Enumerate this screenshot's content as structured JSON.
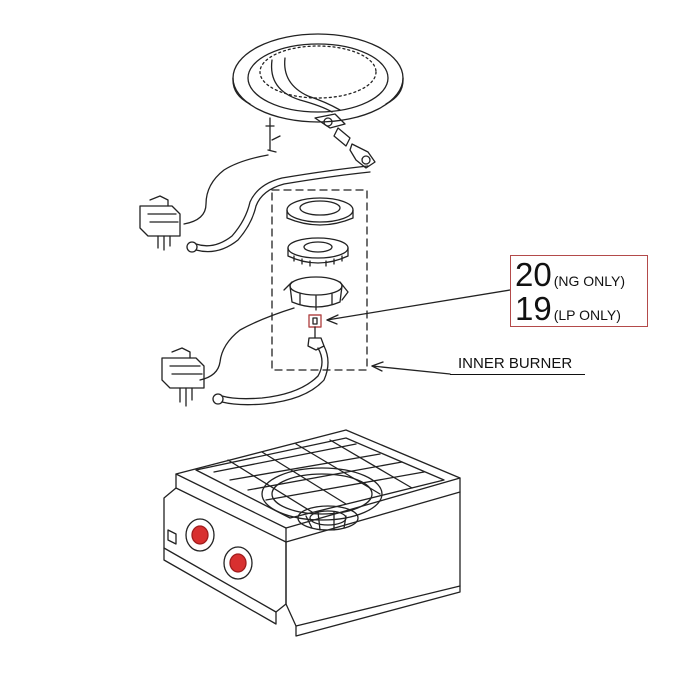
{
  "callout": {
    "ng": {
      "number": "20",
      "note": "(NG ONLY)"
    },
    "lp": {
      "number": "19",
      "note": "(LP ONLY)"
    },
    "accent_color": "#b34a4a"
  },
  "label": {
    "inner_burner": "INNER BURNER"
  }
}
